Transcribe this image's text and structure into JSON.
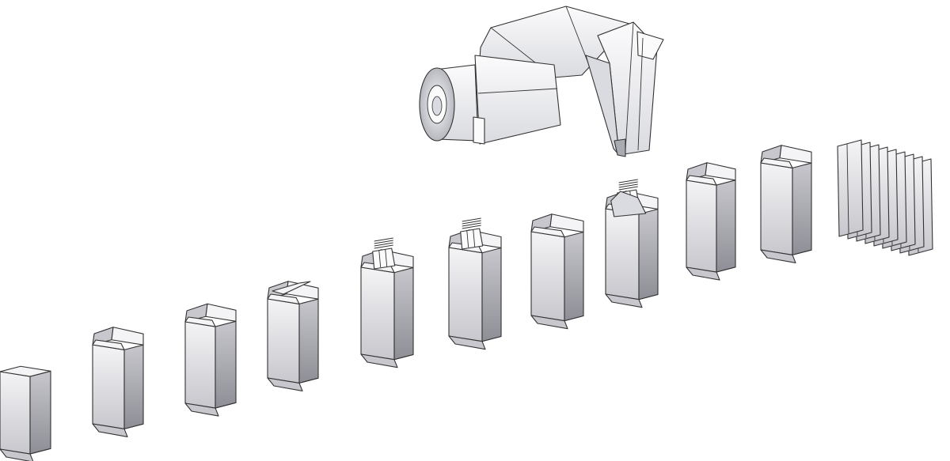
{
  "diagram": {
    "type": "packaging-process-illustration",
    "colors": {
      "background": "#ffffff",
      "outline": "#333333",
      "carton_light": "#f4f4f6",
      "carton_mid": "#c7c7cd",
      "carton_dark": "#8e8e96",
      "film_light": "#fbfbfc",
      "film_mid": "#dadbe0",
      "film_dark": "#a9abb3"
    },
    "roll": {
      "icon": "film-roll-icon"
    },
    "stages": [
      {
        "id": 1,
        "kind": "closed-carton"
      },
      {
        "id": 2,
        "kind": "carton-open-top"
      },
      {
        "id": 3,
        "kind": "carton-open-top-wide"
      },
      {
        "id": 4,
        "kind": "carton-top-folding"
      },
      {
        "id": 5,
        "kind": "carton-with-bag"
      },
      {
        "id": 6,
        "kind": "carton-with-bag"
      },
      {
        "id": 7,
        "kind": "carton-open-top-wide"
      },
      {
        "id": 8,
        "kind": "carton-with-bag-filled"
      },
      {
        "id": 9,
        "kind": "carton-open-top"
      },
      {
        "id": 10,
        "kind": "carton-erected"
      },
      {
        "id": 11,
        "kind": "flat-blank-stack",
        "count": 9
      }
    ]
  }
}
